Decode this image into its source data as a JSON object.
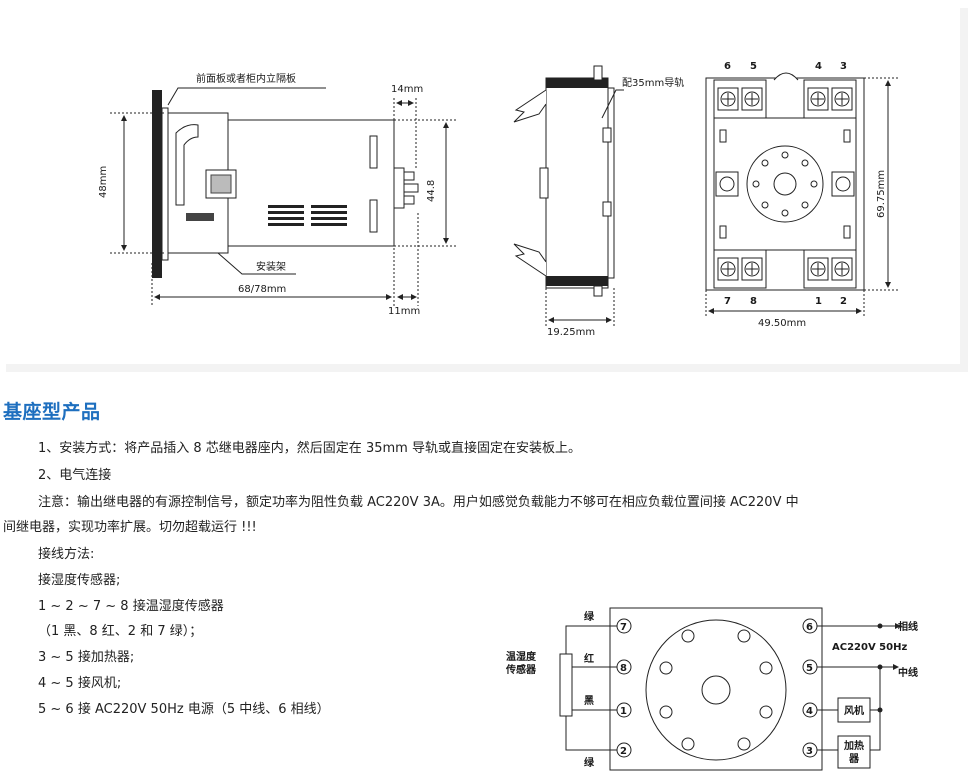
{
  "drawing": {
    "side_view": {
      "panel_label": "前面板或者柜内立隔板",
      "top_dim": "14mm",
      "height_dim": "48mm",
      "inner_dim": "44.8",
      "mount_label": "安装架",
      "length_dim": "68/78mm",
      "pin_dim": "11mm"
    },
    "profile_view": {
      "rail_label": "配35mm导轨",
      "width_dim": "19.25mm"
    },
    "top_view": {
      "top_pins": [
        "6",
        "5",
        "4",
        "3"
      ],
      "bottom_pins": [
        "7",
        "8",
        "1",
        "2"
      ],
      "height_dim": "69.75mm",
      "width_dim": "49.50mm"
    }
  },
  "section": {
    "title": "基座型产品"
  },
  "text": {
    "l1": "1、安装方式：将产品插入 8 芯继电器座内，然后固定在 35mm 导轨或直接固定在安装板上。",
    "l2": "2、电气连接",
    "l3a": "注意：输出继电器的有源控制信号，额定功率为阻性负载 AC220V 3A。用户如感觉负载能力不够可在相应负载位置间接 AC220V 中",
    "l3b": "间继电器，实现功率扩展。切勿超载运行 !!!",
    "l4": "接线方法:",
    "l5": "接湿度传感器;",
    "l6": "1 ~ 2 ~ 7 ~ 8 接温湿度传感器",
    "l7": "（1 黑、8 红、2 和 7 绿）；",
    "l8": "3 ~ 5 接加热器;",
    "l9": "4 ~ 5 接风机;",
    "l10": "5 ~ 6 接 AC220V 50Hz 电源（5 中线、6 相线）"
  },
  "wiring": {
    "left_pins": [
      "7",
      "8",
      "1",
      "2"
    ],
    "right_pins": [
      "6",
      "5",
      "4",
      "3"
    ],
    "wire_colors": [
      "绿",
      "红",
      "黑",
      "绿"
    ],
    "sensor_label": [
      "温湿度",
      "传感器"
    ],
    "phase_label": "相线",
    "supply_label": "AC220V 50Hz",
    "neutral_label": "中线",
    "fan_label": "风机",
    "heater_label": [
      "加热",
      "器"
    ]
  }
}
